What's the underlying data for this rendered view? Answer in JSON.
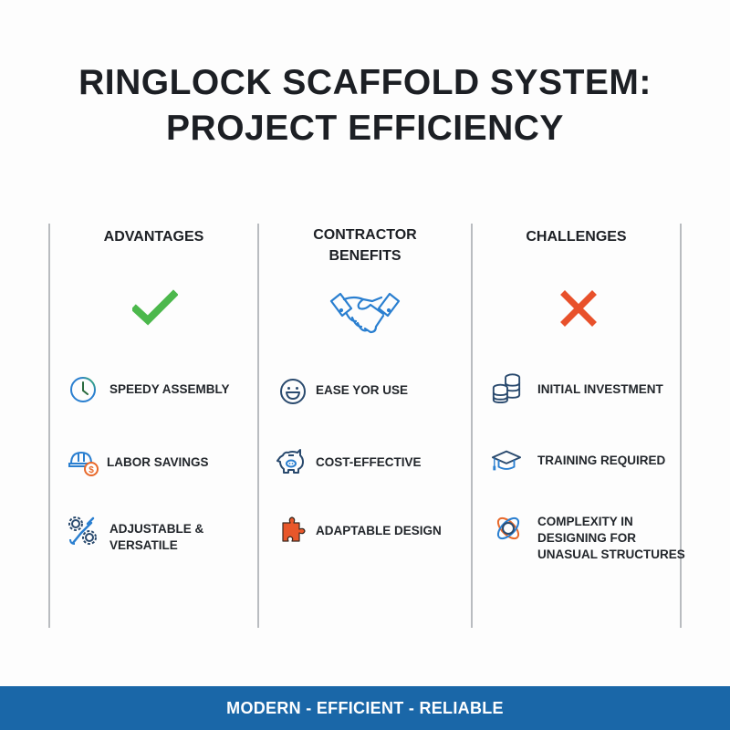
{
  "header": {
    "title_line1": "RINGLOCK SCAFFOLD SYSTEM:",
    "title_line2": "PROJECT EFFICIENCY"
  },
  "columns": [
    {
      "heading": "ADVANTAGES",
      "main_icon": "checkmark-icon",
      "main_icon_color": "#4cb84c",
      "items": [
        {
          "icon": "clock-icon",
          "label": "SPEEDY ASSEMBLY"
        },
        {
          "icon": "hardhat-dollar-icon",
          "label": "LABOR SAVINGS"
        },
        {
          "icon": "wrench-gears-icon",
          "label": "ADJUSTABLE &\nVERSATILE"
        }
      ]
    },
    {
      "heading": "CONTRACTOR\nBENEFITS",
      "main_icon": "handshake-icon",
      "main_icon_color": "#2a7fd0",
      "items": [
        {
          "icon": "smiley-icon",
          "label": "EASE YOR USE"
        },
        {
          "icon": "piggy-bank-icon",
          "label": "COST-EFFECTIVE"
        },
        {
          "icon": "puzzle-piece-icon",
          "label": "ADAPTABLE DESIGN"
        }
      ]
    },
    {
      "heading": "CHALLENGES",
      "main_icon": "x-mark-icon",
      "main_icon_color": "#e8512b",
      "items": [
        {
          "icon": "coin-stack-icon",
          "label": "INITIAL INVESTMENT"
        },
        {
          "icon": "graduation-cap-icon",
          "label": "TRAINING REQUIRED"
        },
        {
          "icon": "orbit-rings-icon",
          "label": "COMPLEXITY IN\nDESIGNING FOR\nUNASUAL STRUCTURES"
        }
      ]
    }
  ],
  "footer": {
    "tagline": "MODERN - EFFICIENT - RELIABLE",
    "background_color": "#1a67a8"
  },
  "colors": {
    "blue": "#2a7fd0",
    "navy": "#2a4a6e",
    "orange": "#e8692b",
    "green": "#4cb84c",
    "red": "#e8512b"
  }
}
